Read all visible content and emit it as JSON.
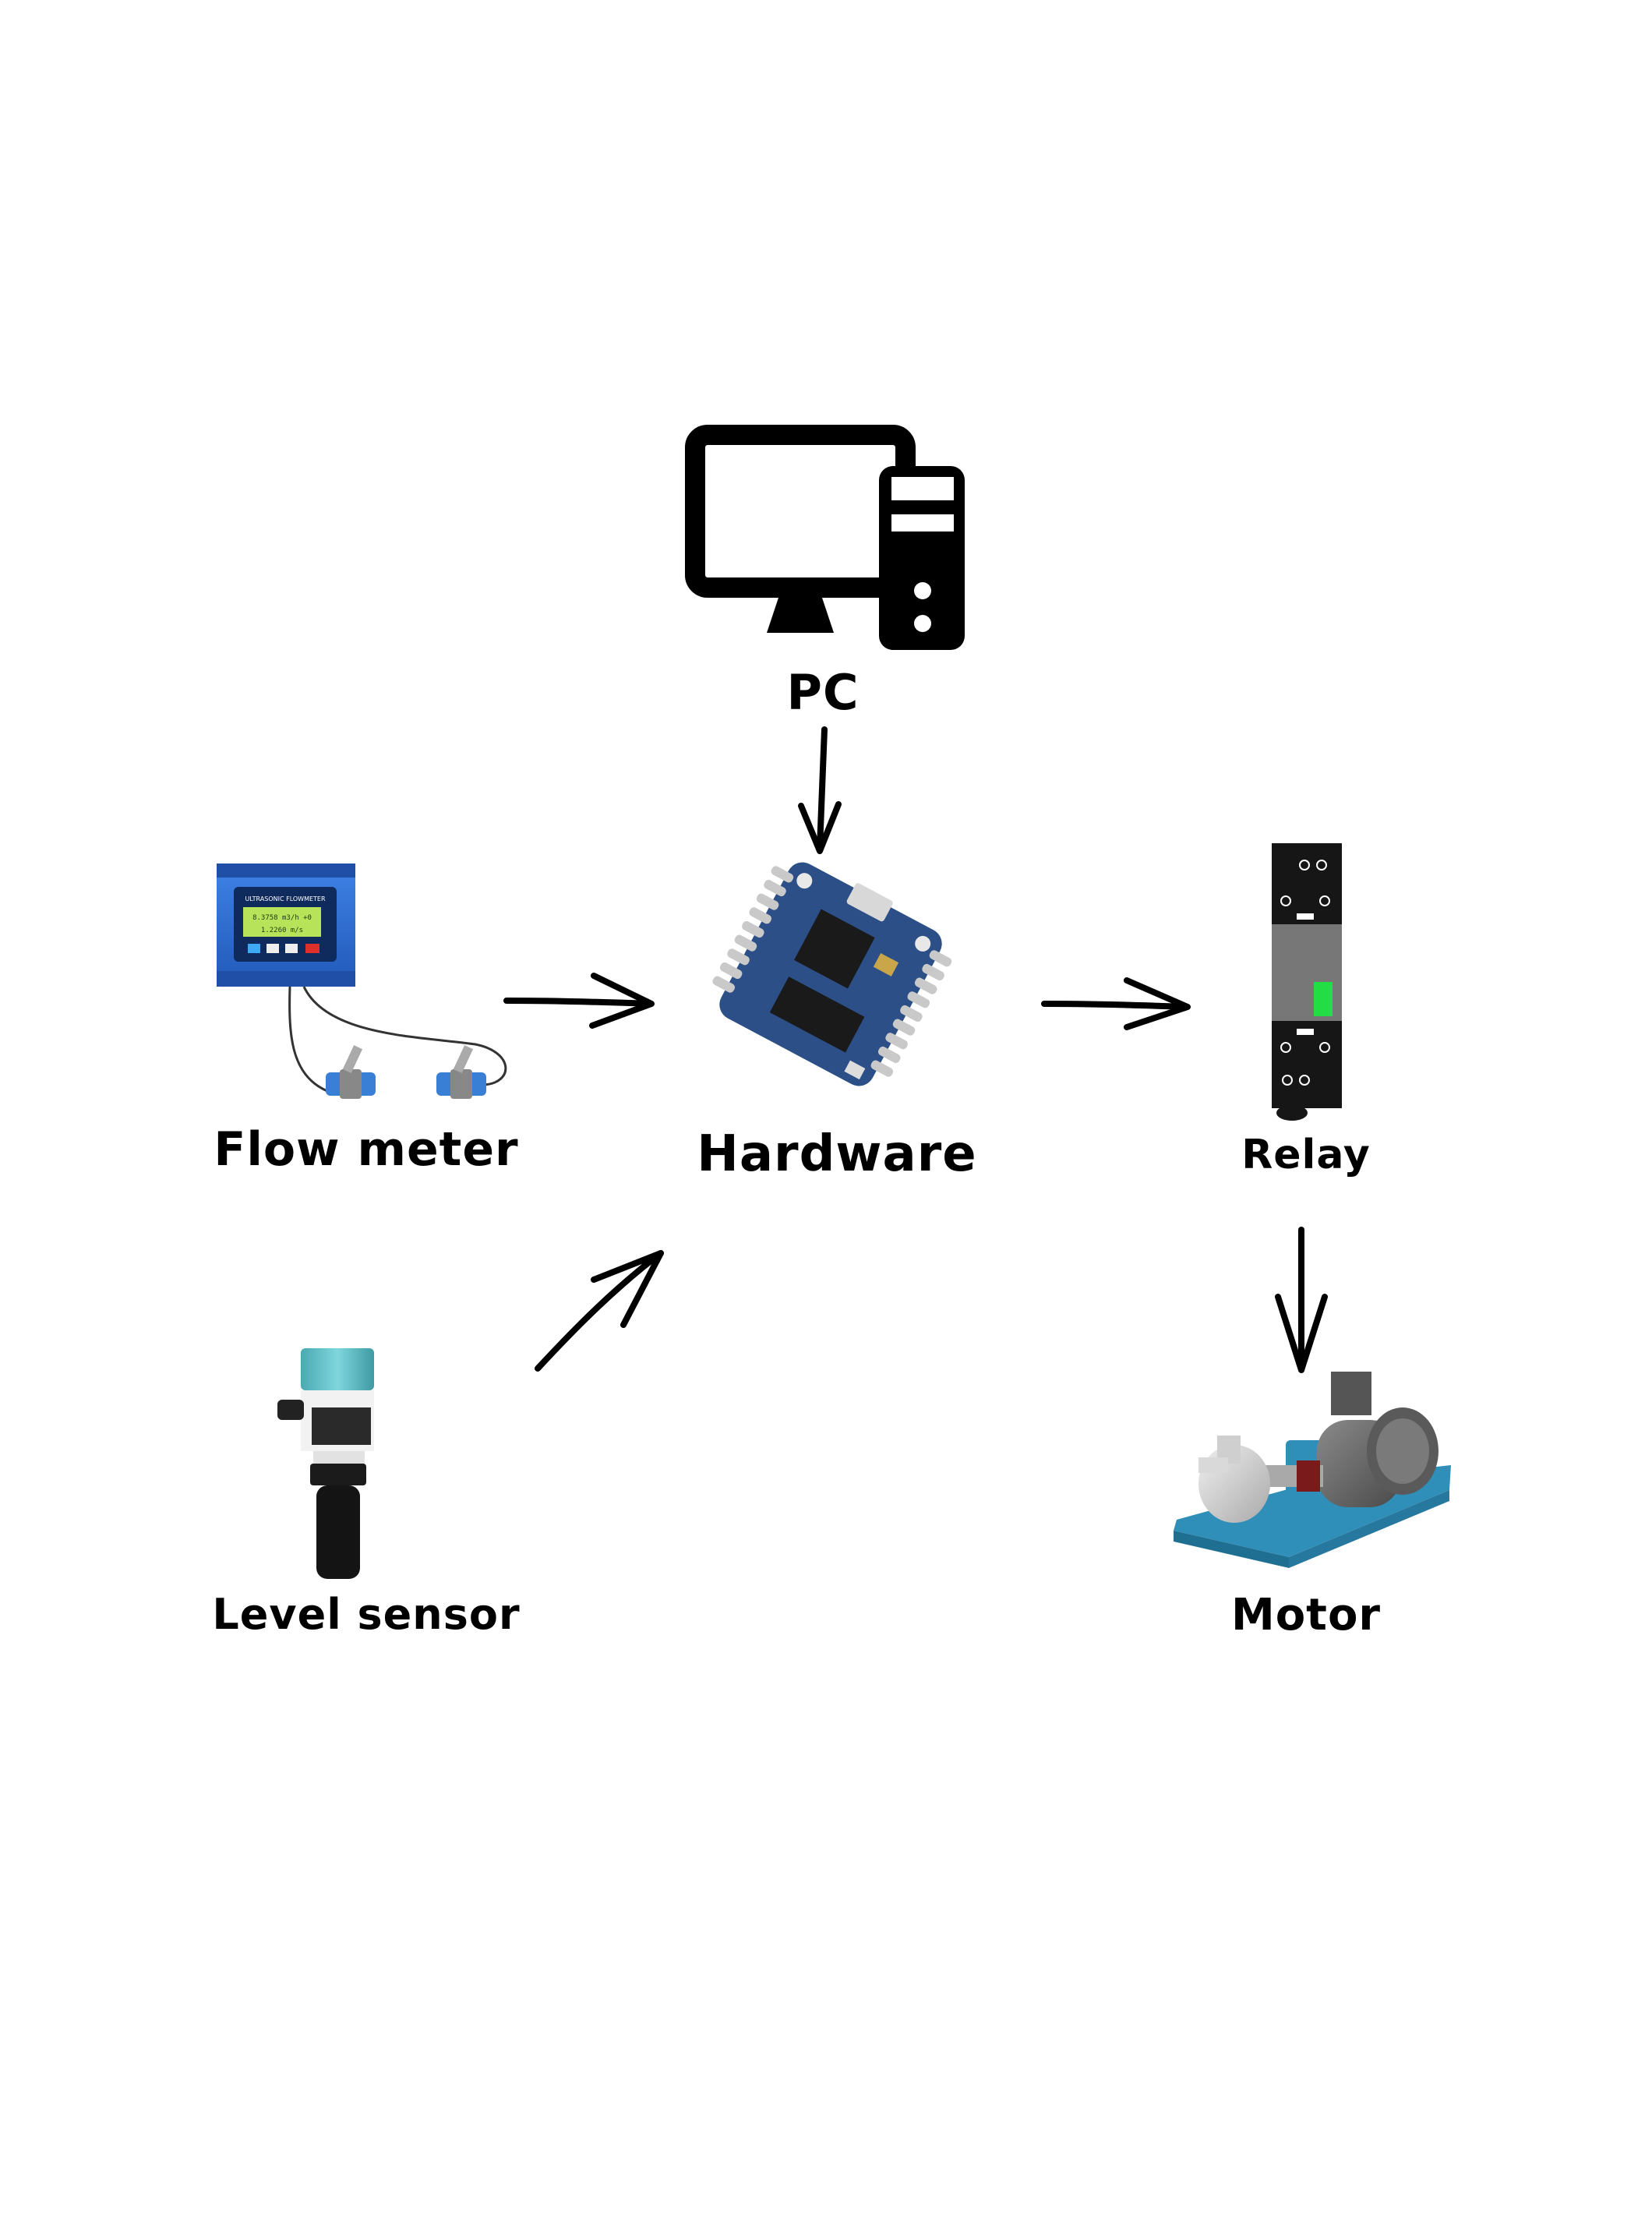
{
  "nodes": {
    "pc": {
      "label": "PC",
      "icon": "desktop-computer-icon"
    },
    "flow_meter": {
      "label": "Flow meter",
      "icon": "ultrasonic-flow-meter-icon",
      "device_header": "ULTRASONIC FLOWMETER",
      "display_line1": "8.3758 m3/h +0",
      "display_line2": "1.2260 m/s"
    },
    "hardware": {
      "label": "Hardware",
      "icon": "microcontroller-board-icon"
    },
    "relay": {
      "label": "Relay",
      "icon": "relay-icon"
    },
    "level_sensor": {
      "label": "Level sensor",
      "icon": "ultrasonic-level-sensor-icon"
    },
    "motor": {
      "label": "Motor",
      "icon": "motor-pump-icon"
    }
  },
  "edges": [
    {
      "from": "pc",
      "to": "hardware"
    },
    {
      "from": "flow_meter",
      "to": "hardware"
    },
    {
      "from": "level_sensor",
      "to": "hardware"
    },
    {
      "from": "hardware",
      "to": "relay"
    },
    {
      "from": "relay",
      "to": "motor"
    }
  ],
  "colors": {
    "flow_meter_body": "#2f6fd6",
    "flow_meter_screen": "#b6e35a",
    "board": "#2b4f86",
    "relay_body": "#161616",
    "relay_indicator": "#22dd44",
    "sensor_cap": "#5bbfc8",
    "motor_base": "#2f8fb8"
  }
}
